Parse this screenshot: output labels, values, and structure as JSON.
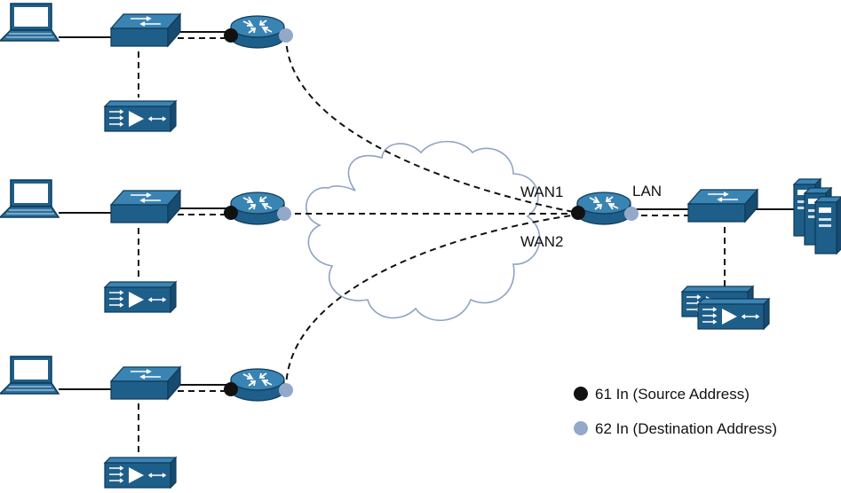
{
  "colors": {
    "device_blue": "#1e5f8a",
    "device_top": "#3a84b3",
    "device_edge": "#0f3a57",
    "source_dot": "#111111",
    "destination_dot": "#93a9c9",
    "cloud_stroke": "#8fa4c2",
    "line": "#111111"
  },
  "interfaces": {
    "wan1": "WAN1",
    "wan2": "WAN2",
    "lan": "LAN"
  },
  "legend": {
    "source": "61 In (Source Address)",
    "destination": "62 In (Destination Address)"
  },
  "icons": {
    "laptop": "laptop-icon",
    "switch": "switch-icon",
    "router": "router-icon",
    "appliance": "appliance-icon",
    "server": "server-icon",
    "cloud": "cloud-icon"
  }
}
